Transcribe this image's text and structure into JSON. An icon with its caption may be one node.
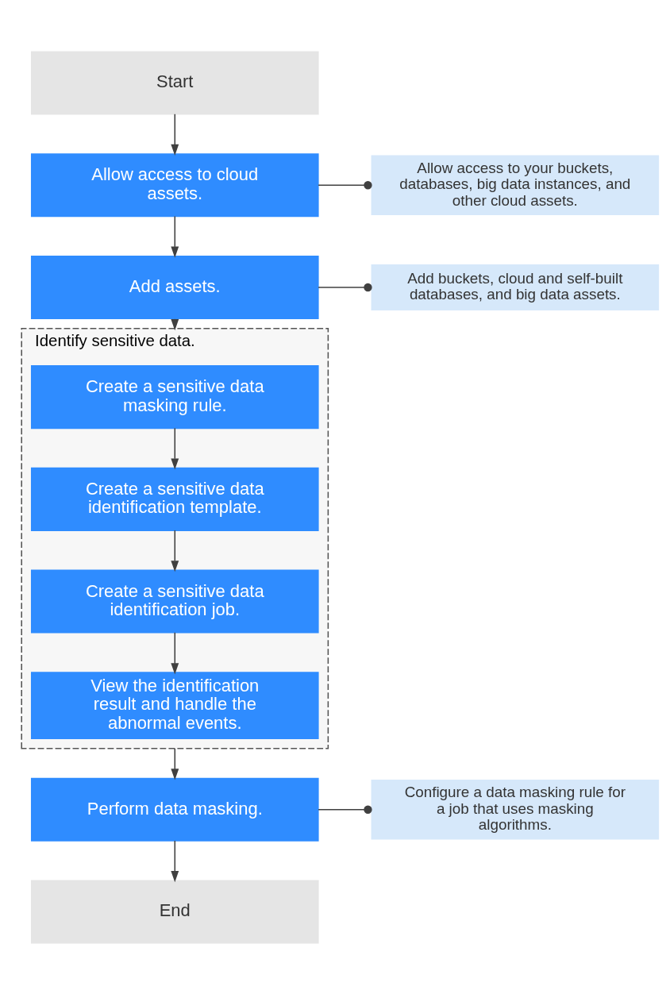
{
  "diagram": {
    "nodes": [
      {
        "text": [
          "Start"
        ]
      },
      {
        "text": [
          "Allow access to cloud assets."
        ]
      },
      {
        "text": [
          "Allow access to your buckets, databases, big data instances, and other cloud assets."
        ]
      },
      {
        "text": [
          "Add assets."
        ]
      },
      {
        "text": [
          "Add buckets, cloud and self-built databases, and big data assets."
        ]
      },
      {
        "text": [
          "Identify sensitive data."
        ]
      },
      {
        "text": [
          "Create a sensitive data masking rule."
        ],
        "in": 5
      },
      {
        "text": [
          "Create a sensitive data identification template."
        ],
        "in": 5
      },
      {
        "text": [
          "Create a sensitive data identification job."
        ],
        "in": 5
      },
      {
        "text": [
          "View the identification result and handle the abnormal events."
        ],
        "in": 5
      },
      {
        "text": [
          "Perform data masking."
        ]
      },
      {
        "text": [
          "Configure a data masking rule for a job that uses masking algorithms."
        ]
      },
      {
        "text": [
          "End"
        ]
      }
    ],
    "edges": [
      {
        "from": 0,
        "to": 1,
        "arrow": "to"
      },
      {
        "from": 1,
        "to": 2,
        "arrow": "other"
      },
      {
        "from": 1,
        "to": 3,
        "arrow": "to"
      },
      {
        "from": 3,
        "to": 4,
        "arrow": "other"
      },
      {
        "from": 3,
        "to": 5,
        "arrow": "to"
      },
      {
        "from": 6,
        "to": 7,
        "arrow": "to"
      },
      {
        "from": 7,
        "to": 8,
        "arrow": "to"
      },
      {
        "from": 8,
        "to": 9,
        "arrow": "to"
      },
      {
        "from": 5,
        "to": 10,
        "arrow": "to"
      },
      {
        "from": 10,
        "to": 11,
        "arrow": "other"
      },
      {
        "from": 10,
        "to": 12,
        "arrow": "to"
      }
    ]
  }
}
